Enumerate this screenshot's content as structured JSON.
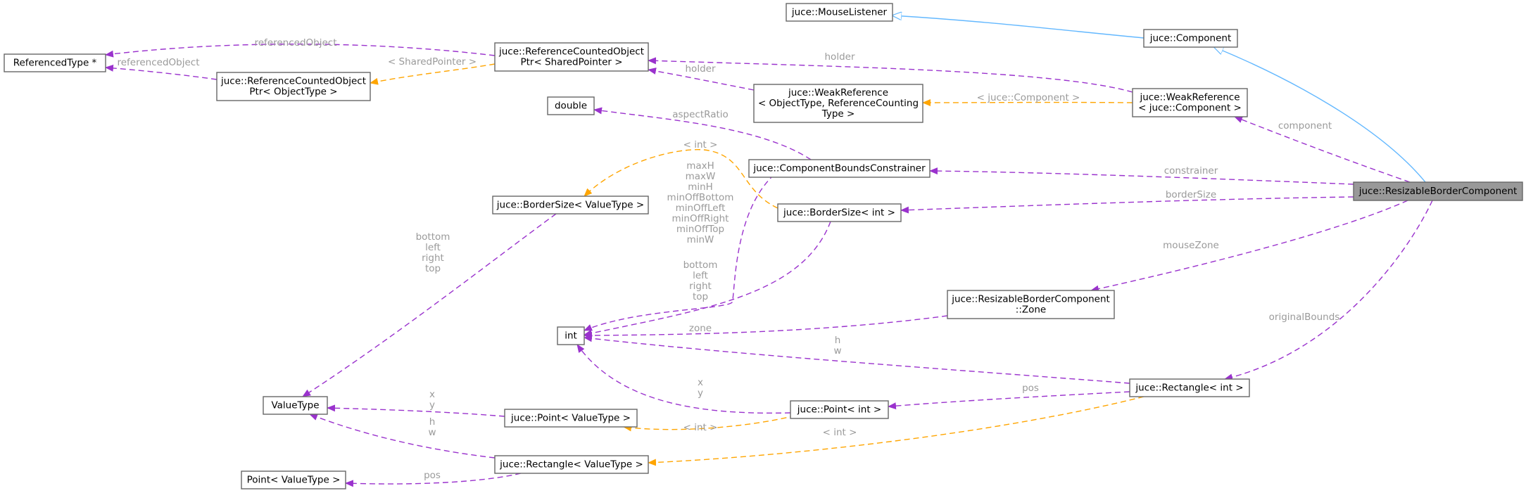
{
  "diagram": {
    "focus": "juce::ResizableBorderComponent",
    "nodes": {
      "mouselistener": [
        "juce::MouseListener"
      ],
      "component": [
        "juce::Component"
      ],
      "referencedtype": [
        "ReferencedType *"
      ],
      "refptr_shared": [
        "juce::ReferenceCountedObject",
        "Ptr< SharedPointer >"
      ],
      "refptr_object": [
        "juce::ReferenceCountedObject",
        "Ptr< ObjectType >"
      ],
      "double": [
        "double"
      ],
      "weakref_generic": [
        "juce::WeakReference",
        "< ObjectType, ReferenceCounting",
        "Type >"
      ],
      "weakref_component": [
        "juce::WeakReference",
        "< juce::Component >"
      ],
      "boundsconstrainer": [
        "juce::ComponentBoundsConstrainer"
      ],
      "resizable": [
        "juce::ResizableBorderComponent"
      ],
      "bordersize_vt": [
        "juce::BorderSize< ValueType >"
      ],
      "bordersize_int": [
        "juce::BorderSize< int >"
      ],
      "zone": [
        "juce::ResizableBorderComponent",
        "::Zone"
      ],
      "int": [
        "int"
      ],
      "valuetype": [
        "ValueType"
      ],
      "point_vt": [
        "juce::Point< ValueType >"
      ],
      "point_int": [
        "juce::Point< int >"
      ],
      "rect_int": [
        "juce::Rectangle< int >"
      ],
      "rect_vt": [
        "juce::Rectangle< ValueType >"
      ],
      "point_vt_plain": [
        "Point< ValueType >"
      ]
    },
    "edges": [
      {
        "from": "mouselistener",
        "to": "component",
        "kind": "inherit",
        "label": []
      },
      {
        "from": "component",
        "to": "resizable",
        "kind": "inherit",
        "label": []
      },
      {
        "from": "referencedtype",
        "to": "refptr_shared",
        "kind": "usage",
        "label": [
          "referencedObject"
        ]
      },
      {
        "from": "referencedtype",
        "to": "refptr_object",
        "kind": "usage",
        "label": [
          "referencedObject"
        ]
      },
      {
        "from": "refptr_object",
        "to": "refptr_shared",
        "kind": "template",
        "label": [
          "< SharedPointer >"
        ]
      },
      {
        "from": "refptr_shared",
        "to": "weakref_component",
        "kind": "usage",
        "label": [
          "holder"
        ]
      },
      {
        "from": "refptr_shared",
        "to": "weakref_generic",
        "kind": "usage",
        "label": [
          "holder"
        ]
      },
      {
        "from": "weakref_generic",
        "to": "weakref_component",
        "kind": "template",
        "label": [
          "< juce::Component >"
        ]
      },
      {
        "from": "weakref_component",
        "to": "resizable",
        "kind": "usage",
        "label": [
          "component"
        ]
      },
      {
        "from": "double",
        "to": "boundsconstrainer",
        "kind": "usage",
        "label": [
          "aspectRatio"
        ]
      },
      {
        "from": "boundsconstrainer",
        "to": "resizable",
        "kind": "usage",
        "label": [
          "constrainer"
        ]
      },
      {
        "from": "bordersize_int",
        "to": "resizable",
        "kind": "usage",
        "label": [
          "borderSize"
        ]
      },
      {
        "from": "zone",
        "to": "resizable",
        "kind": "usage",
        "label": [
          "mouseZone"
        ]
      },
      {
        "from": "rect_int",
        "to": "resizable",
        "kind": "usage",
        "label": [
          "originalBounds"
        ]
      },
      {
        "from": "bordersize_vt",
        "to": "bordersize_int",
        "kind": "template",
        "label": [
          "< int >"
        ]
      },
      {
        "from": "int",
        "to": "boundsconstrainer",
        "kind": "usage",
        "label": [
          "maxH",
          "maxW",
          "minH",
          "minOffBottom",
          "minOffLeft",
          "minOffRight",
          "minOffTop",
          "minW"
        ]
      },
      {
        "from": "int",
        "to": "bordersize_int",
        "kind": "usage",
        "label": [
          "bottom",
          "left",
          "right",
          "top"
        ]
      },
      {
        "from": "int",
        "to": "zone",
        "kind": "usage",
        "label": [
          "zone"
        ]
      },
      {
        "from": "int",
        "to": "rect_int",
        "kind": "usage",
        "label": [
          "h",
          "w"
        ]
      },
      {
        "from": "int",
        "to": "point_int",
        "kind": "usage",
        "label": [
          "x",
          "y"
        ]
      },
      {
        "from": "valuetype",
        "to": "bordersize_vt",
        "kind": "usage",
        "label": [
          "bottom",
          "left",
          "right",
          "top"
        ]
      },
      {
        "from": "valuetype",
        "to": "point_vt",
        "kind": "usage",
        "label": [
          "x",
          "y"
        ]
      },
      {
        "from": "valuetype",
        "to": "rect_vt",
        "kind": "usage",
        "label": [
          "h",
          "w"
        ]
      },
      {
        "from": "point_vt",
        "to": "point_int",
        "kind": "template",
        "label": [
          "< int >"
        ]
      },
      {
        "from": "point_int",
        "to": "rect_int",
        "kind": "usage",
        "label": [
          "pos"
        ]
      },
      {
        "from": "rect_vt",
        "to": "rect_int",
        "kind": "template",
        "label": [
          "< int >"
        ]
      },
      {
        "from": "point_vt_plain",
        "to": "rect_vt",
        "kind": "usage",
        "label": [
          "pos"
        ]
      }
    ]
  }
}
